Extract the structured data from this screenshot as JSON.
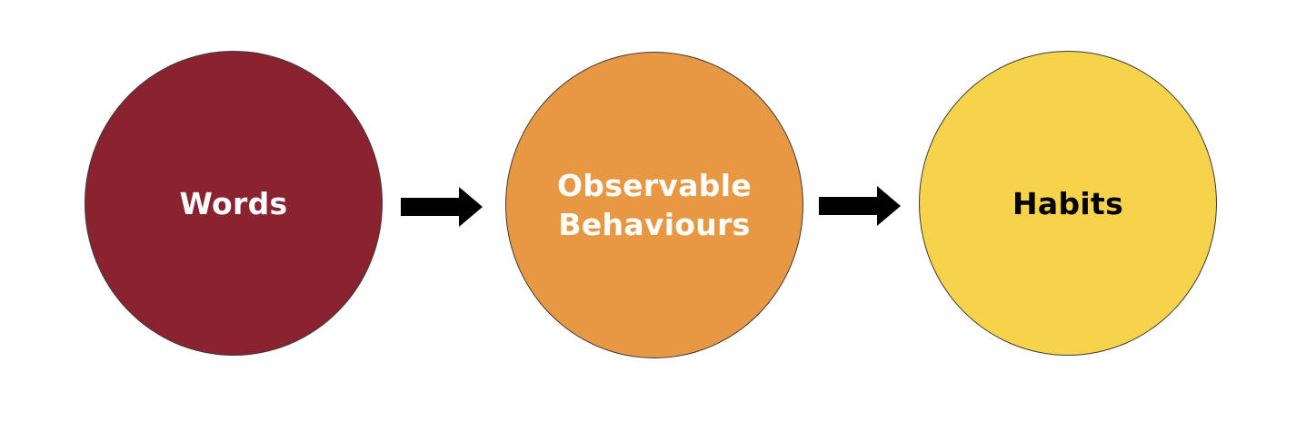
{
  "nodes": [
    {
      "label_lines": [
        "Words"
      ],
      "fill": "#8b222f",
      "text_color": "#ffffff"
    },
    {
      "label_lines": [
        "Observable",
        "Behaviours"
      ],
      "fill": "#e89842",
      "text_color": "#ffffff"
    },
    {
      "label_lines": [
        "Habits"
      ],
      "fill": "#f6d34a",
      "text_color": "#000000"
    }
  ],
  "arrow_color": "#000000"
}
